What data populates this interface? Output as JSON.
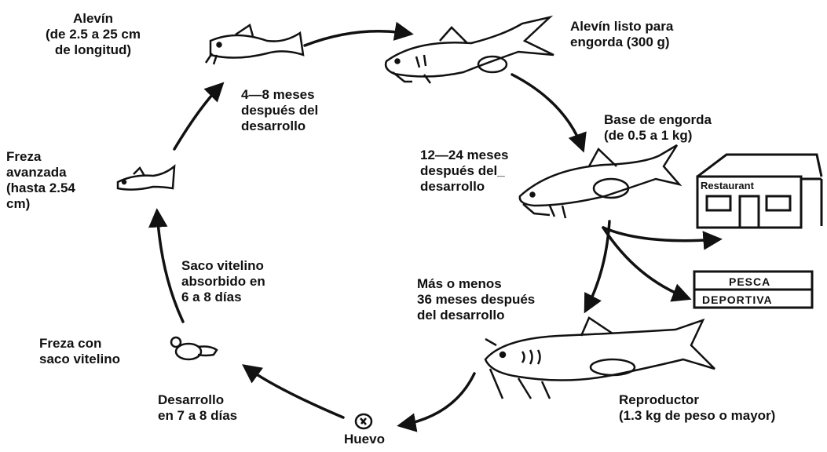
{
  "labels": {
    "alevin": [
      "Alevín",
      "(de 2.5 a 25 cm",
      "de longitud)"
    ],
    "alevin_listo": [
      "Alevín listo para",
      "engorda  (300 g)"
    ],
    "meses_4_8": [
      "4—8 meses",
      "después del",
      "desarrollo"
    ],
    "base_engorda": [
      "Base de engorda",
      "(de 0.5 a 1 kg)"
    ],
    "meses_12_24": [
      "12—24 meses",
      "después del_",
      "desarrollo"
    ],
    "freza_avanzada": [
      "Freza",
      "avanzada",
      "(hasta 2.54",
      "cm)"
    ],
    "saco_absorbido": [
      "Saco vitelino",
      "absorbido en",
      "6 a 8 días"
    ],
    "meses_36": [
      "Más o menos",
      "36 meses después",
      "del desarrollo"
    ],
    "freza_saco": [
      "Freza con",
      "saco vitelino"
    ],
    "desarrollo_7_8": [
      "Desarrollo",
      "en 7 a 8 días"
    ],
    "huevo": "Huevo",
    "reproductor": [
      "Reproductor",
      "(1.3 kg de peso o mayor)"
    ]
  },
  "signs": {
    "restaurant": "Restaurant",
    "pesca": "PESCA",
    "deportiva": "DEPORTIVA"
  }
}
